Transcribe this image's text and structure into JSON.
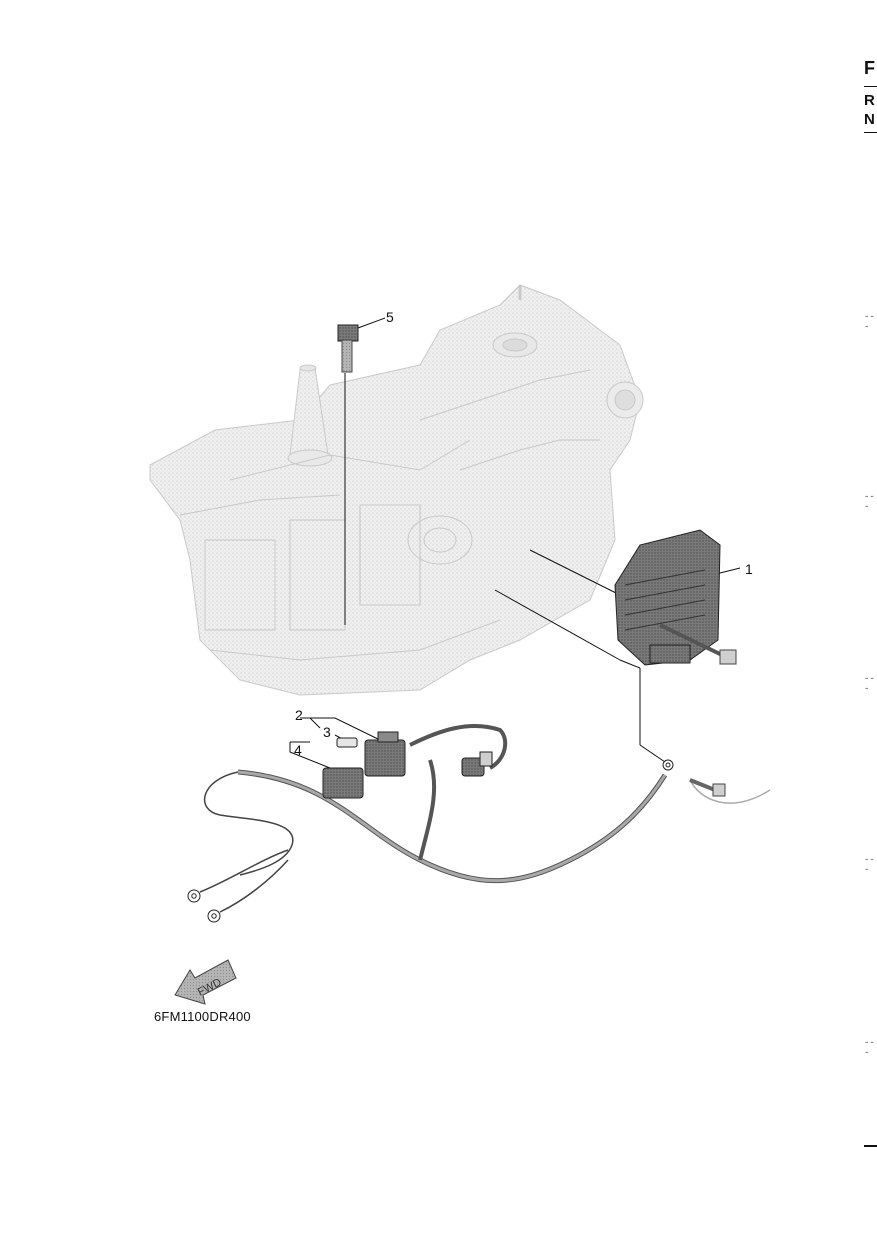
{
  "diagram": {
    "callouts": [
      {
        "id": "1",
        "text": "1"
      },
      {
        "id": "2",
        "text": "2"
      },
      {
        "id": "3",
        "text": "3"
      },
      {
        "id": "4",
        "text": "4"
      },
      {
        "id": "5",
        "text": "5"
      }
    ],
    "fwd_arrow_text": "FWD",
    "drawing_code": "6FM1100DR400"
  },
  "edge": {
    "letters": [
      "F",
      "R",
      "N"
    ],
    "ticks": [
      "---",
      "---",
      "---",
      "---",
      "---"
    ]
  },
  "colors": {
    "line": "#111111",
    "ghost_engine": "#d6d6d6",
    "part_dark": "#5a5a5a",
    "harness": "#8a8a8a"
  }
}
